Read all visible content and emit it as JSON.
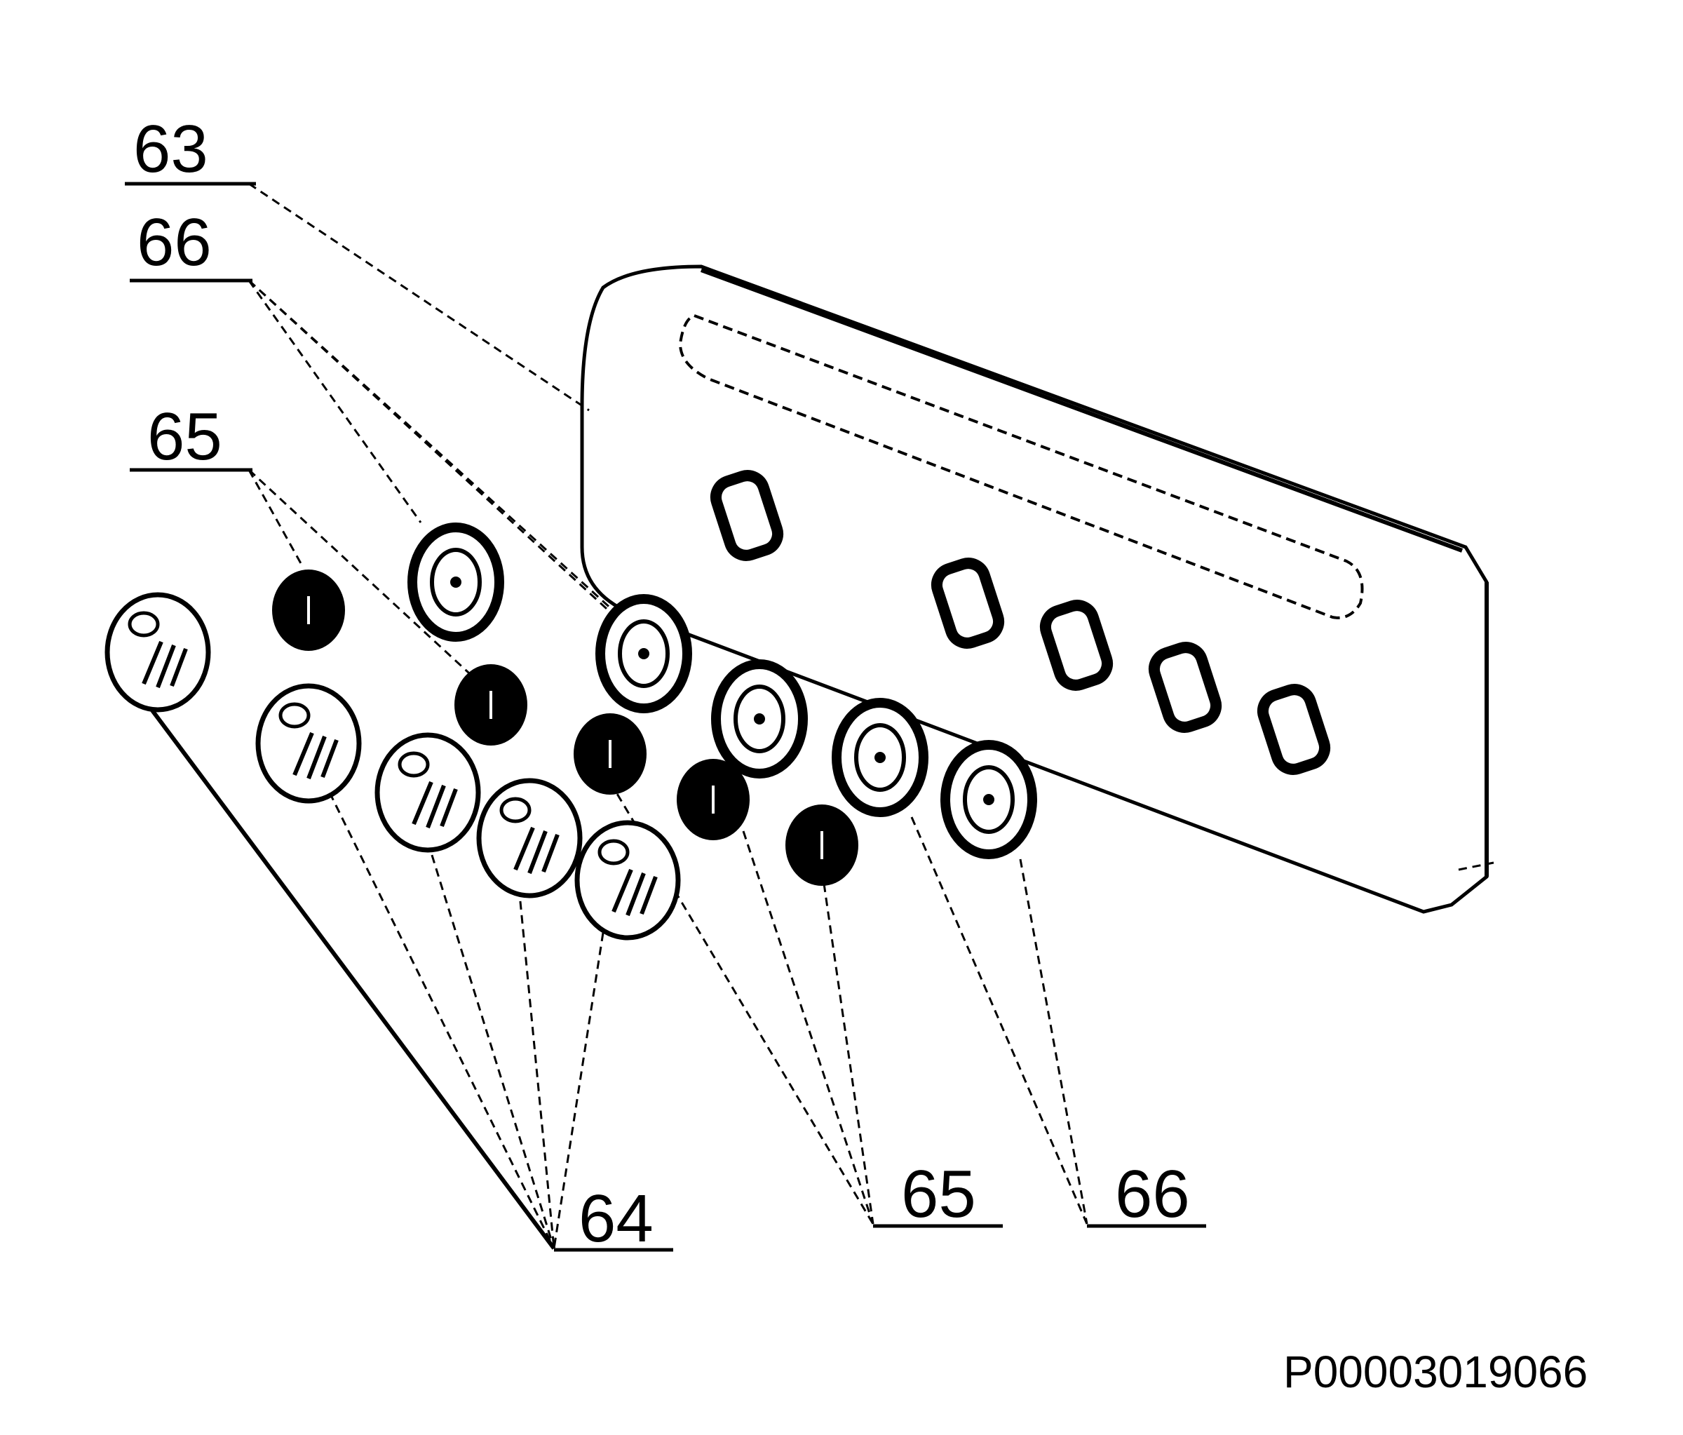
{
  "callouts": {
    "c63_top": "63",
    "c66_top": "66",
    "c65_top": "65",
    "c64_bottom": "64",
    "c65_bottom": "65",
    "c66_bottom": "66"
  },
  "document_id": "P00003019066"
}
